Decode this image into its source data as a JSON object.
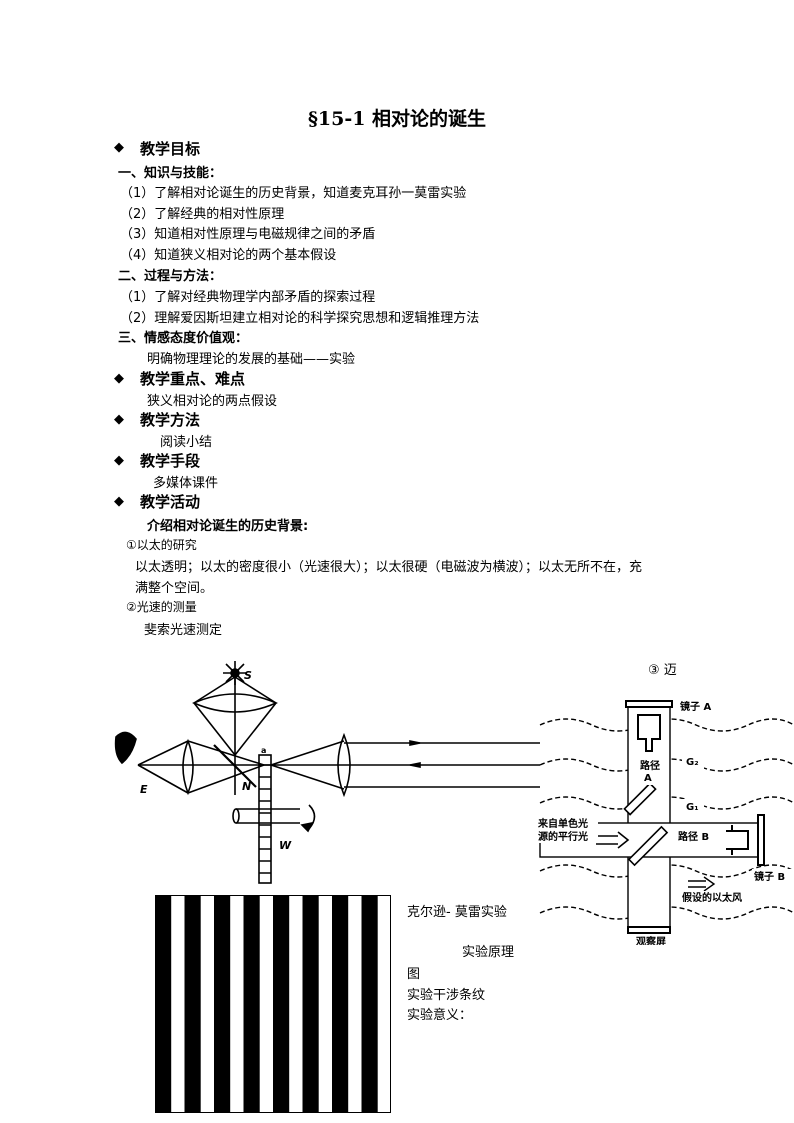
{
  "title": "§15-1 相对论的诞生",
  "sections": {
    "goals": "教学目标",
    "knowledge": "一、知识与技能：",
    "k_items": [
      "（1）了解相对论诞生的历史背景，知道麦克耳孙一莫雷实验",
      "（2）了解经典的相对性原理",
      "（3）知道相对性原理与电磁规律之间的矛盾",
      "（4）知道狭义相对论的两个基本假设"
    ],
    "process": "二、过程与方法：",
    "p_items": [
      "（1）了解对经典物理学内部矛盾的探索过程",
      "（2）理解爱因斯坦建立相对论的科学探究思想和逻辑推理方法"
    ],
    "emotion": "三、情感态度价值观：",
    "emotion_text": "明确物理理论的发展的基础——实验",
    "focus": "教学重点、难点",
    "focus_text": "狭义相对论的两点假设",
    "method": "教学方法",
    "method_text": "阅读小结",
    "means": "教学手段",
    "means_text": "多媒体课件",
    "activity": "教学活动",
    "activity_sub": "介绍相对论诞生的历史背景:",
    "ether_head": "①以太的研究",
    "ether_text1": "以太透明；以太的密度很小（光速很大）；以太很硬（电磁波为横波）；以太无所不在，充",
    "ether_text2": "满整个空间。",
    "light_head": "②光速的测量",
    "light_text": "斐索光速测定",
    "mm_head": "③ 迈",
    "cap1": "克尔逊- 莫雷实验",
    "cap2": "实验原理",
    "cap3": "图",
    "cap4": "实验干涉条纹",
    "cap5": "实验意义："
  },
  "fizeau_labels": {
    "s": "S",
    "e": "E",
    "n": "N",
    "w": "W",
    "a": "a"
  },
  "mm_labels": {
    "mirror_a": "镜子 A",
    "path_a": "路径",
    "path_a2": "A",
    "g2": "G₂",
    "g1": "G₁",
    "source1": "来自单色光",
    "source2": "源的平行光",
    "path_b": "路径 B",
    "mirror_b": "镜子 B",
    "ether_wind": "假设的以太风",
    "screen": "观察屏"
  },
  "fringe_count": 8
}
